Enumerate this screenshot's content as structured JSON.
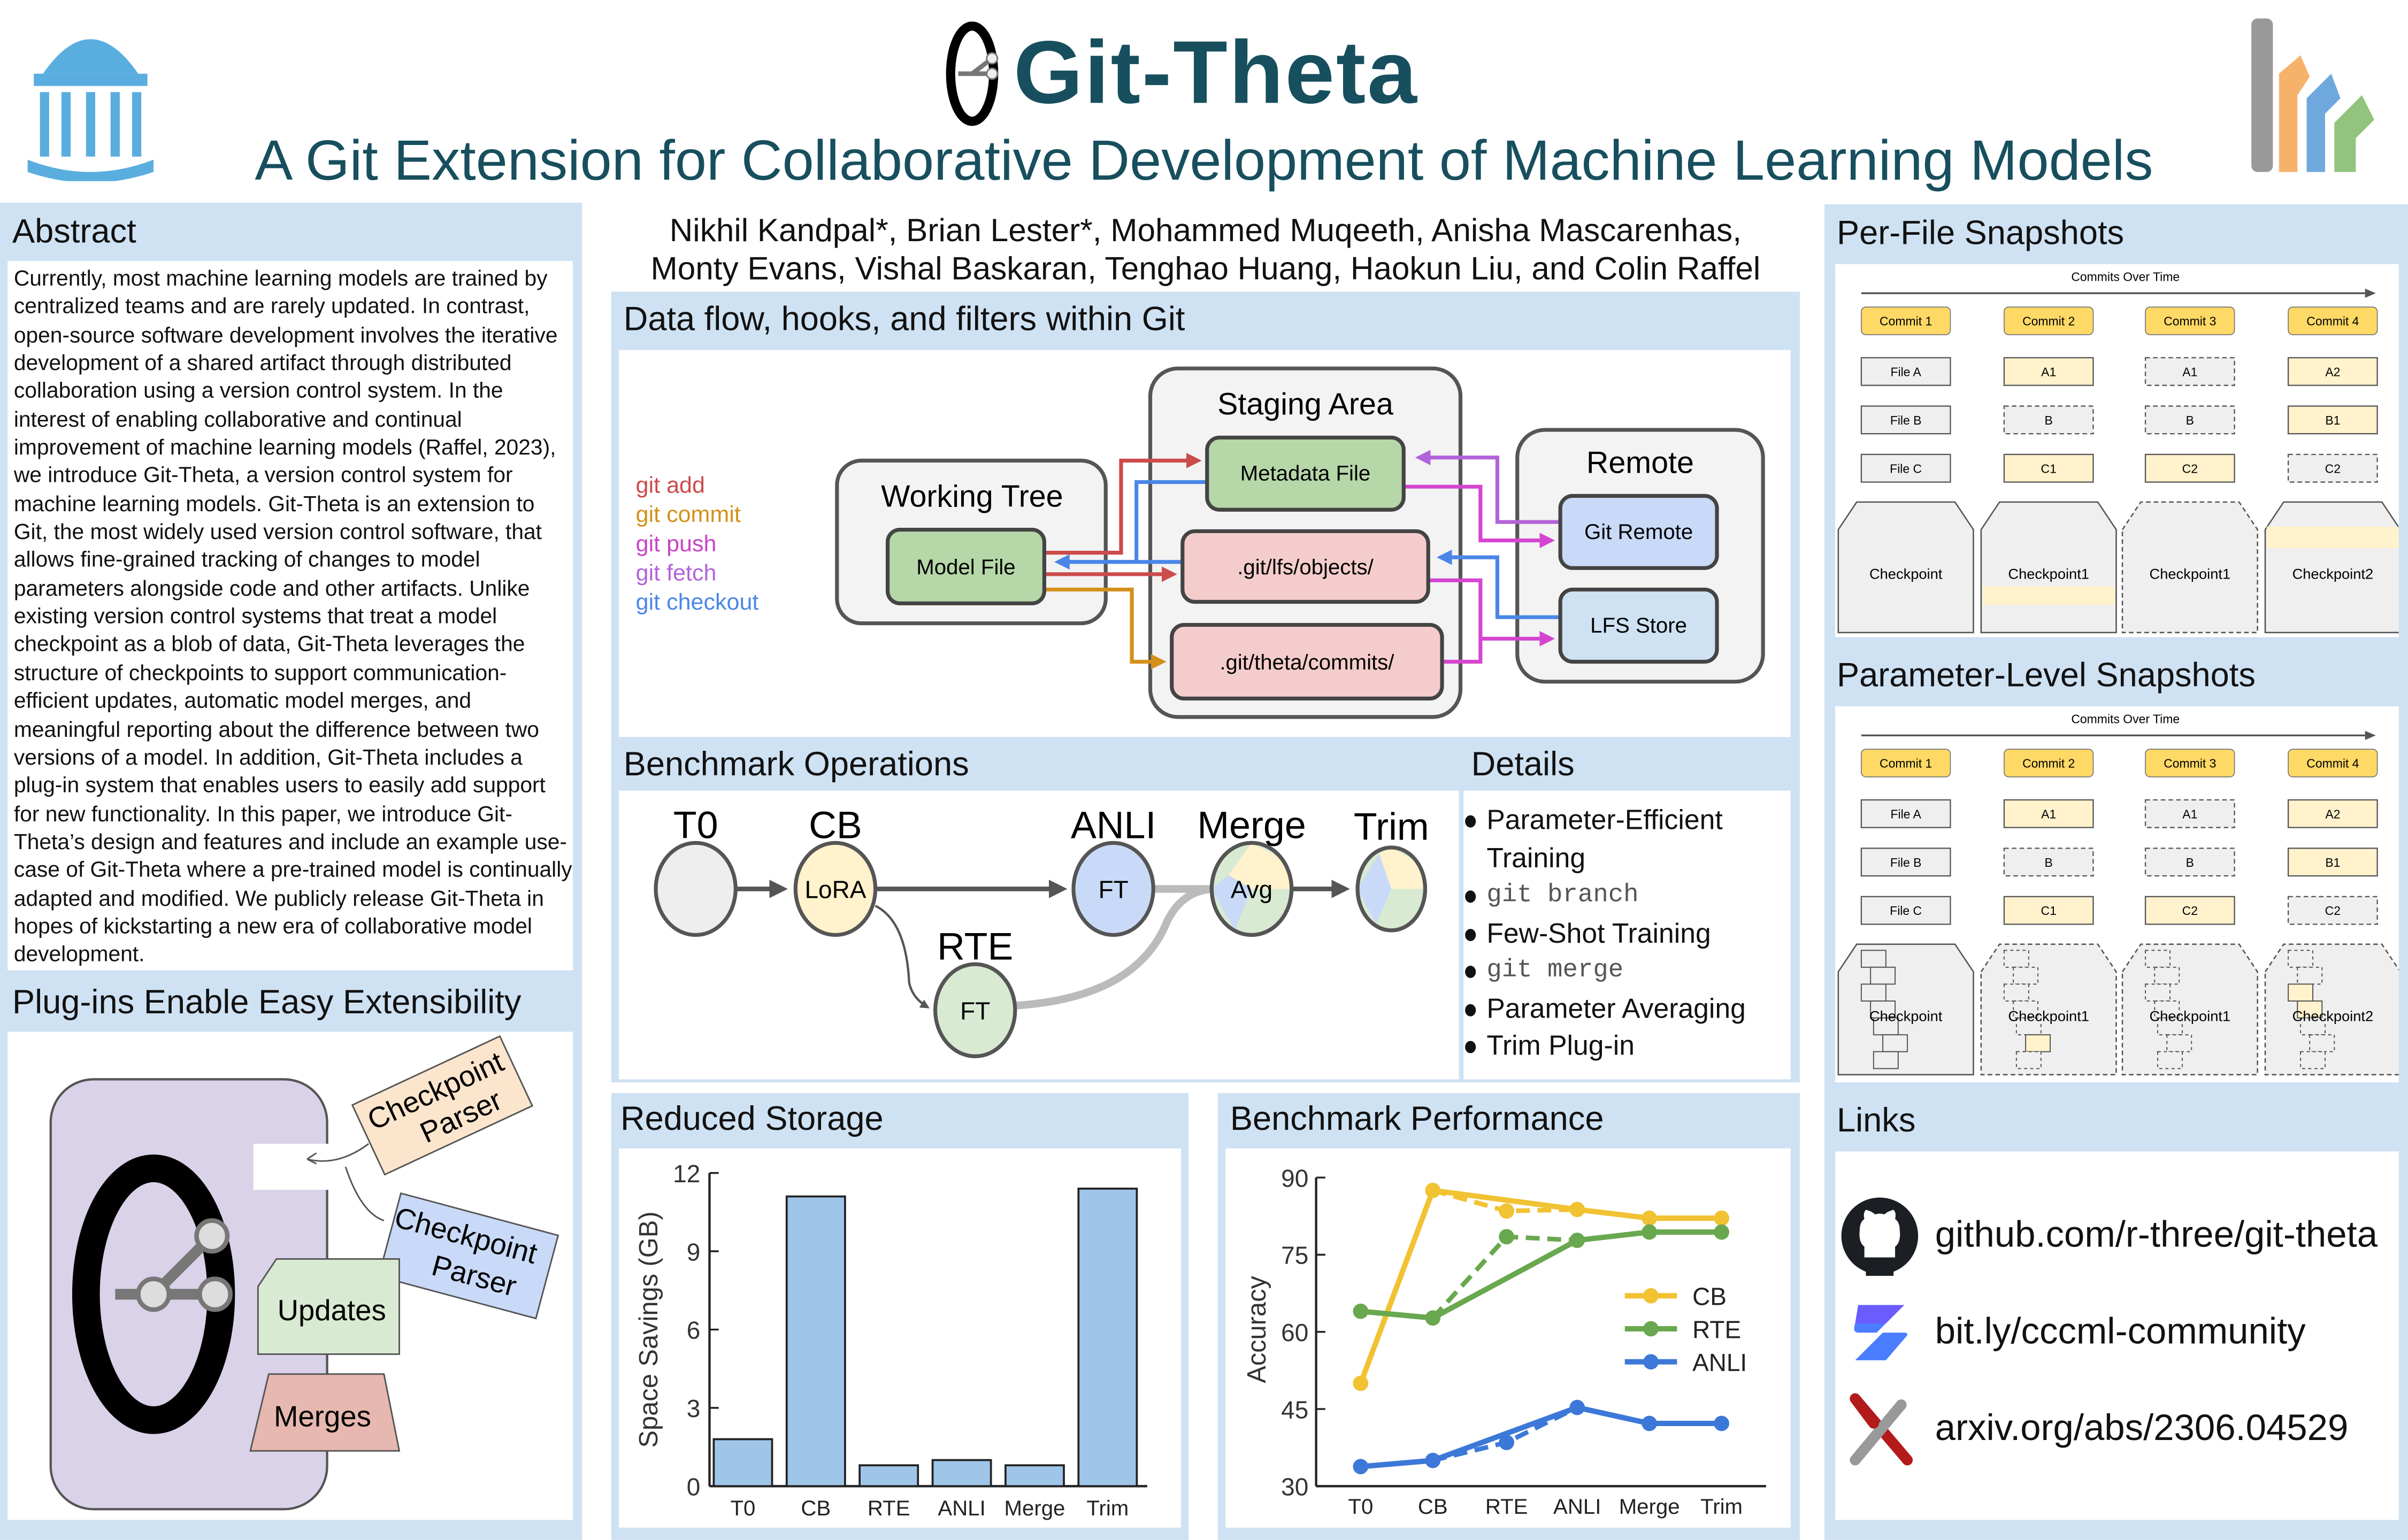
{
  "header": {
    "title": "Git-Theta",
    "subtitle": "A Git Extension for Collaborative Development of Machine Learning Models",
    "authors_line1": "Nikhil Kandpal*, Brian Lester*, Mohammed Muqeeth, Anisha Mascarenhas,",
    "authors_line2": "Monty Evans, Vishal Baskaran, Tenghao Huang, Haokun Liu, and Colin Raffel"
  },
  "abstract": {
    "heading": "Abstract",
    "text": "Currently, most machine learning models are trained by centralized teams and are rarely updated. In contrast, open-source software development involves the iterative development of a shared artifact through distributed collaboration using a version control system. In the interest of enabling collaborative and continual improvement of machine learning models (Raffel, 2023), we introduce Git-Theta, a version control system for machine learning models. Git-Theta is an extension to Git, the most widely used version control software, that allows fine-grained tracking of changes to model parameters alongside code and other artifacts. Unlike existing version control systems that treat a model checkpoint as a blob of data, Git-Theta leverages the structure of checkpoints to support communication-efficient updates, automatic model merges, and meaningful reporting about the difference between two versions of a model. In addition, Git-Theta includes a plug-in system that enables users to easily add support for new functionality. In this paper, we introduce Git-Theta’s design and features and include an example use-case of Git-Theta where a pre-trained model is continually adapted and modified. We publicly release Git-Theta in hopes of kickstarting a new era of collaborative model development."
  },
  "plugins": {
    "heading": "Plug-ins Enable Easy Extensibility",
    "parser1": [
      "Checkpoint",
      "Parser"
    ],
    "parser2": [
      "Checkpoint",
      "Parser"
    ],
    "updates": "Updates",
    "merges": "Merges"
  },
  "dataflow": {
    "heading": "Data flow, hooks, and filters within Git",
    "commands": [
      {
        "label": "git add",
        "color": "#cc4b4b"
      },
      {
        "label": "git commit",
        "color": "#d4901a"
      },
      {
        "label": "git push",
        "color": "#c844c8"
      },
      {
        "label": "git fetch",
        "color": "#b363d9"
      },
      {
        "label": "git checkout",
        "color": "#4a86e8"
      }
    ],
    "working_tree": "Working Tree",
    "model_file": "Model File",
    "staging_area": "Staging Area",
    "metadata_file": "Metadata File",
    "lfs_objects": ".git/lfs/objects/",
    "theta_commits": ".git/theta/commits/",
    "remote": "Remote",
    "git_remote": "Git Remote",
    "lfs_store": "LFS Store"
  },
  "benchmark_ops": {
    "heading": "Benchmark Operations",
    "nodes": {
      "t0": {
        "label": "T0",
        "inner": ""
      },
      "cb": {
        "label": "CB",
        "inner": "LoRA"
      },
      "anli": {
        "label": "ANLI",
        "inner": "FT"
      },
      "merge": {
        "label": "Merge",
        "inner": "Avg"
      },
      "trim": {
        "label": "Trim",
        "inner": ""
      },
      "rte": {
        "label": "RTE",
        "inner": "FT"
      }
    }
  },
  "details": {
    "heading": "Details",
    "items": [
      {
        "label": "Parameter-Efficient Training",
        "code": false
      },
      {
        "label": "git branch",
        "code": true
      },
      {
        "label": "Few-Shot Training",
        "code": false
      },
      {
        "label": "git merge",
        "code": true
      },
      {
        "label": "Parameter Averaging",
        "code": false
      },
      {
        "label": "Trim Plug-in",
        "code": false
      }
    ]
  },
  "per_file": {
    "heading": "Per-File Snapshots",
    "axis_label": "Commits Over Time",
    "commits": [
      "Commit 1",
      "Commit 2",
      "Commit 3",
      "Commit 4"
    ],
    "rows": [
      [
        {
          "t": "File A",
          "s": "base"
        },
        {
          "t": "A1",
          "s": "changed"
        },
        {
          "t": "A1",
          "s": "ref"
        },
        {
          "t": "A2",
          "s": "changed"
        }
      ],
      [
        {
          "t": "File B",
          "s": "base"
        },
        {
          "t": "B",
          "s": "ref"
        },
        {
          "t": "B",
          "s": "ref"
        },
        {
          "t": "B1",
          "s": "changed"
        }
      ],
      [
        {
          "t": "File C",
          "s": "base"
        },
        {
          "t": "C1",
          "s": "changed"
        },
        {
          "t": "C2",
          "s": "changed"
        },
        {
          "t": "C2",
          "s": "ref"
        }
      ]
    ],
    "checkpoints": [
      {
        "t": "Checkpoint",
        "s": "base"
      },
      {
        "t": "Checkpoint1",
        "s": "band-low"
      },
      {
        "t": "Checkpoint1",
        "s": "ref"
      },
      {
        "t": "Checkpoint2",
        "s": "band-high"
      }
    ]
  },
  "param_level": {
    "heading": "Parameter-Level Snapshots",
    "axis_label": "Commits Over Time",
    "commits": [
      "Commit 1",
      "Commit 2",
      "Commit 3",
      "Commit 4"
    ],
    "rows": [
      [
        {
          "t": "File A",
          "s": "base"
        },
        {
          "t": "A1",
          "s": "changed"
        },
        {
          "t": "A1",
          "s": "ref"
        },
        {
          "t": "A2",
          "s": "changed"
        }
      ],
      [
        {
          "t": "File B",
          "s": "base"
        },
        {
          "t": "B",
          "s": "ref"
        },
        {
          "t": "B",
          "s": "ref"
        },
        {
          "t": "B1",
          "s": "changed"
        }
      ],
      [
        {
          "t": "File C",
          "s": "base"
        },
        {
          "t": "C1",
          "s": "changed"
        },
        {
          "t": "C2",
          "s": "changed"
        },
        {
          "t": "C2",
          "s": "ref"
        }
      ]
    ],
    "checkpoints": [
      {
        "t": "Checkpoint",
        "s": "base"
      },
      {
        "t": "Checkpoint1",
        "s": "ref"
      },
      {
        "t": "Checkpoint1",
        "s": "ref"
      },
      {
        "t": "Checkpoint2",
        "s": "ref"
      }
    ]
  },
  "links": {
    "heading": "Links",
    "items": [
      {
        "label": "github.com/r-three/git-theta",
        "icon": "github-icon"
      },
      {
        "label": "bit.ly/cccml-community",
        "icon": "zulip-icon"
      },
      {
        "label": "arxiv.org/abs/2306.04529",
        "icon": "arxiv-icon"
      }
    ]
  },
  "reduced_storage": {
    "heading": "Reduced Storage"
  },
  "benchmark_perf": {
    "heading": "Benchmark Performance"
  },
  "chart_data": [
    {
      "type": "bar",
      "title": "Reduced Storage",
      "categories": [
        "T0",
        "CB",
        "RTE",
        "ANLI",
        "Merge",
        "Trim"
      ],
      "values": [
        1.8,
        11.1,
        0.8,
        1.0,
        0.8,
        11.4
      ],
      "xlabel": "",
      "ylabel": "Space Savings (GB)",
      "ylim": [
        0,
        12
      ],
      "yticks": [
        0,
        3,
        6,
        9,
        12
      ],
      "color": "#9fc5e8"
    },
    {
      "type": "line",
      "title": "Benchmark Performance",
      "categories": [
        "T0",
        "CB",
        "RTE",
        "ANLI",
        "Merge",
        "Trim"
      ],
      "xlabel": "",
      "ylabel": "Accuracy",
      "ylim": [
        30,
        90
      ],
      "yticks": [
        30,
        45,
        60,
        75,
        90
      ],
      "legend": "right",
      "series": [
        {
          "name": "CB",
          "color": "#f1c232",
          "values": [
            50,
            87.5,
            null,
            83.8,
            82.1,
            82.1
          ],
          "dashed_via": 83.5
        },
        {
          "name": "RTE",
          "color": "#6aa84f",
          "values": [
            64,
            62.7,
            null,
            77.8,
            79.4,
            79.4
          ],
          "dashed_via": 78.5
        },
        {
          "name": "ANLI",
          "color": "#3c78d8",
          "values": [
            33.8,
            35,
            null,
            45.3,
            42.2,
            42.2
          ],
          "dashed_via": 38.5
        }
      ]
    }
  ]
}
